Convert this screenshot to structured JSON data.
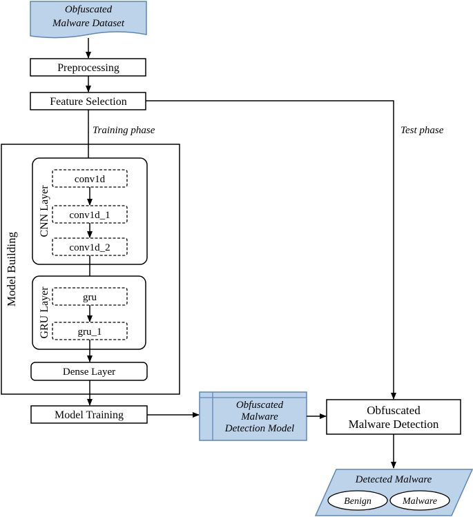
{
  "dataset": {
    "line1": "Obfuscated",
    "line2": "Malware Dataset"
  },
  "preprocessing": "Preprocessing",
  "feature_selection": "Feature Selection",
  "training_phase": "Training phase",
  "test_phase": "Test phase",
  "model_building": "Model Building",
  "cnn_layer": {
    "title": "CNN Layer",
    "items": [
      "conv1d",
      "conv1d_1",
      "conv1d_2"
    ]
  },
  "gru_layer": {
    "title": "GRU Layer",
    "items": [
      "gru",
      "gru_1"
    ]
  },
  "dense_layer": "Dense Layer",
  "model_training": "Model Training",
  "detection_model": {
    "line1": "Obfuscated",
    "line2": "Malware",
    "line3": "Detection Model"
  },
  "detection": {
    "line1": "Obfuscated",
    "line2": "Malware Detection"
  },
  "detected_malware": {
    "title": "Detected Malware",
    "classes": [
      "Benign",
      "Malware"
    ]
  },
  "colors": {
    "accent_fill": "#bcd3ea",
    "accent_stroke": "#5b87b8",
    "line": "#000000"
  }
}
